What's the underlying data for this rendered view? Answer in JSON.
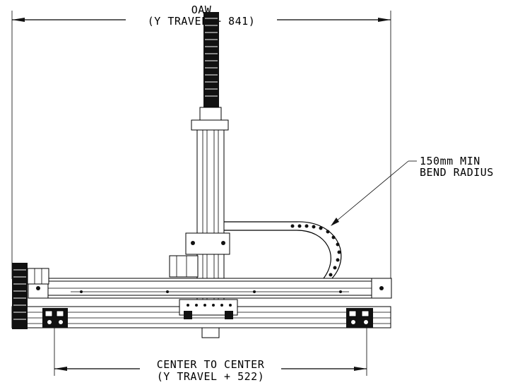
{
  "dimensions": {
    "overall_width": {
      "label": "OAW",
      "formula": "(Y TRAVEL + 841)"
    },
    "center_to_center": {
      "label": "CENTER TO CENTER",
      "formula": "(Y TRAVEL + 522)"
    }
  },
  "callout": {
    "line1": "150mm MIN",
    "line2": "BEND RADIUS"
  },
  "colors": {
    "ink": "#000000",
    "paper": "#ffffff"
  }
}
